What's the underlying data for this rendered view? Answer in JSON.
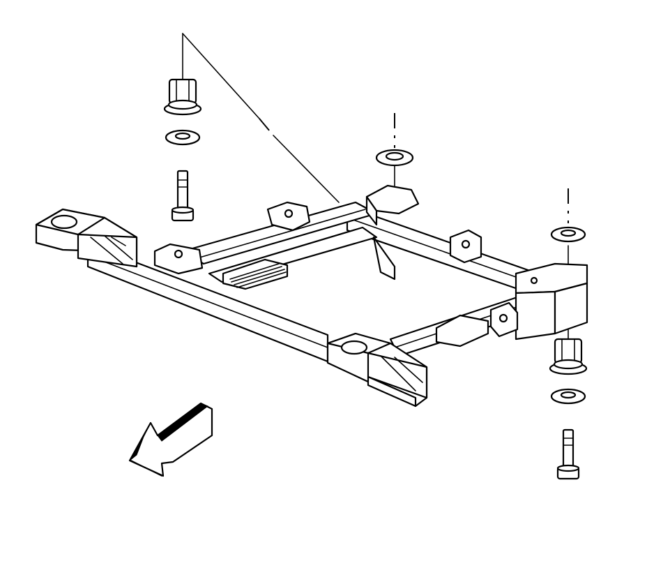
{
  "diagram": {
    "line_color": "#000000",
    "background": "#ffffff",
    "components": [
      {
        "icon": "crossmember-frame-icon"
      },
      {
        "icon": "bolt-icon",
        "count": 2
      },
      {
        "icon": "retainer-icon",
        "count": 2
      },
      {
        "icon": "washer-icon",
        "count": 4
      },
      {
        "icon": "insulator-icon",
        "count": 2
      },
      {
        "icon": "forward-arrow-icon",
        "count": 1
      }
    ]
  }
}
